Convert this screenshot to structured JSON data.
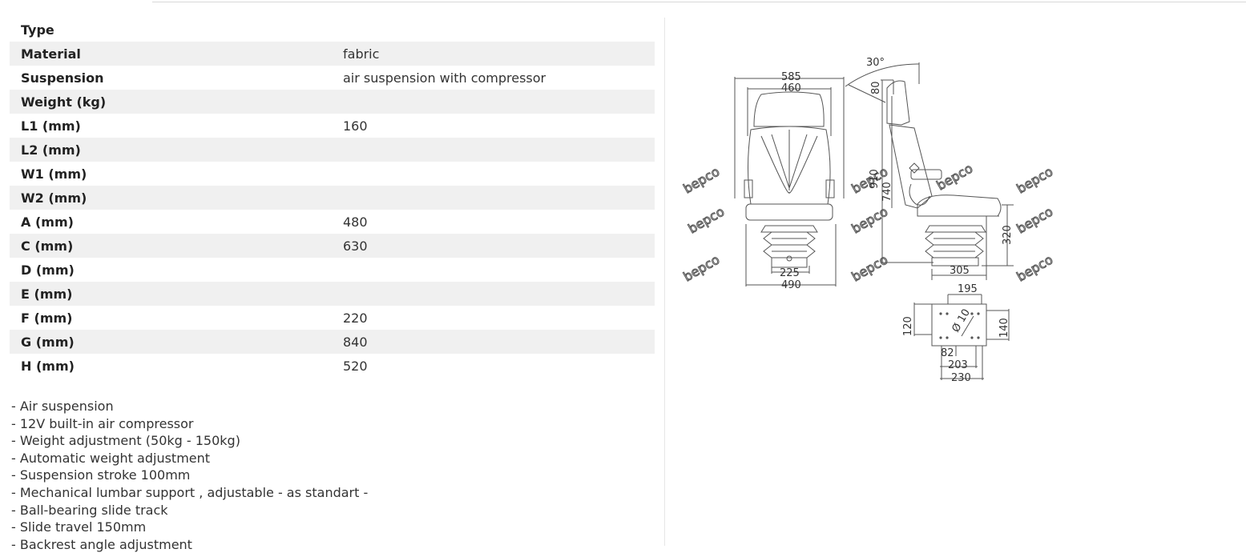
{
  "specs": [
    {
      "label": "Type",
      "value": ""
    },
    {
      "label": "Material",
      "value": "fabric"
    },
    {
      "label": "Suspension",
      "value": "air suspension with compressor"
    },
    {
      "label": "Weight (kg)",
      "value": ""
    },
    {
      "label": "L1 (mm)",
      "value": "160"
    },
    {
      "label": "L2 (mm)",
      "value": ""
    },
    {
      "label": "W1 (mm)",
      "value": ""
    },
    {
      "label": "W2 (mm)",
      "value": ""
    },
    {
      "label": "A (mm)",
      "value": "480"
    },
    {
      "label": "C (mm)",
      "value": "630"
    },
    {
      "label": "D (mm)",
      "value": ""
    },
    {
      "label": "E (mm)",
      "value": ""
    },
    {
      "label": "F (mm)",
      "value": "220"
    },
    {
      "label": "G (mm)",
      "value": "840"
    },
    {
      "label": "H (mm)",
      "value": "520"
    }
  ],
  "features": [
    "- Air suspension",
    "- 12V built-in air compressor",
    "- Weight adjustment (50kg - 150kg)",
    "- Automatic weight adjustment",
    "- Suspension stroke 100mm",
    "- Mechanical lumbar support , adjustable - as standart -",
    "- Ball-bearing slide track",
    "- Slide travel 150mm",
    "- Backrest angle adjustment"
  ],
  "drawing": {
    "dims": {
      "w585": "585",
      "w460": "460",
      "w225": "225",
      "w490": "490",
      "angle": "30°",
      "h80": "80",
      "h910": "910",
      "h740": "740",
      "h320": "320",
      "d305": "305",
      "b195": "195",
      "b120": "120",
      "b140": "140",
      "phi10": "Ø 10",
      "b82": "82",
      "b203": "203",
      "b230": "230"
    },
    "watermark": "bepco"
  }
}
